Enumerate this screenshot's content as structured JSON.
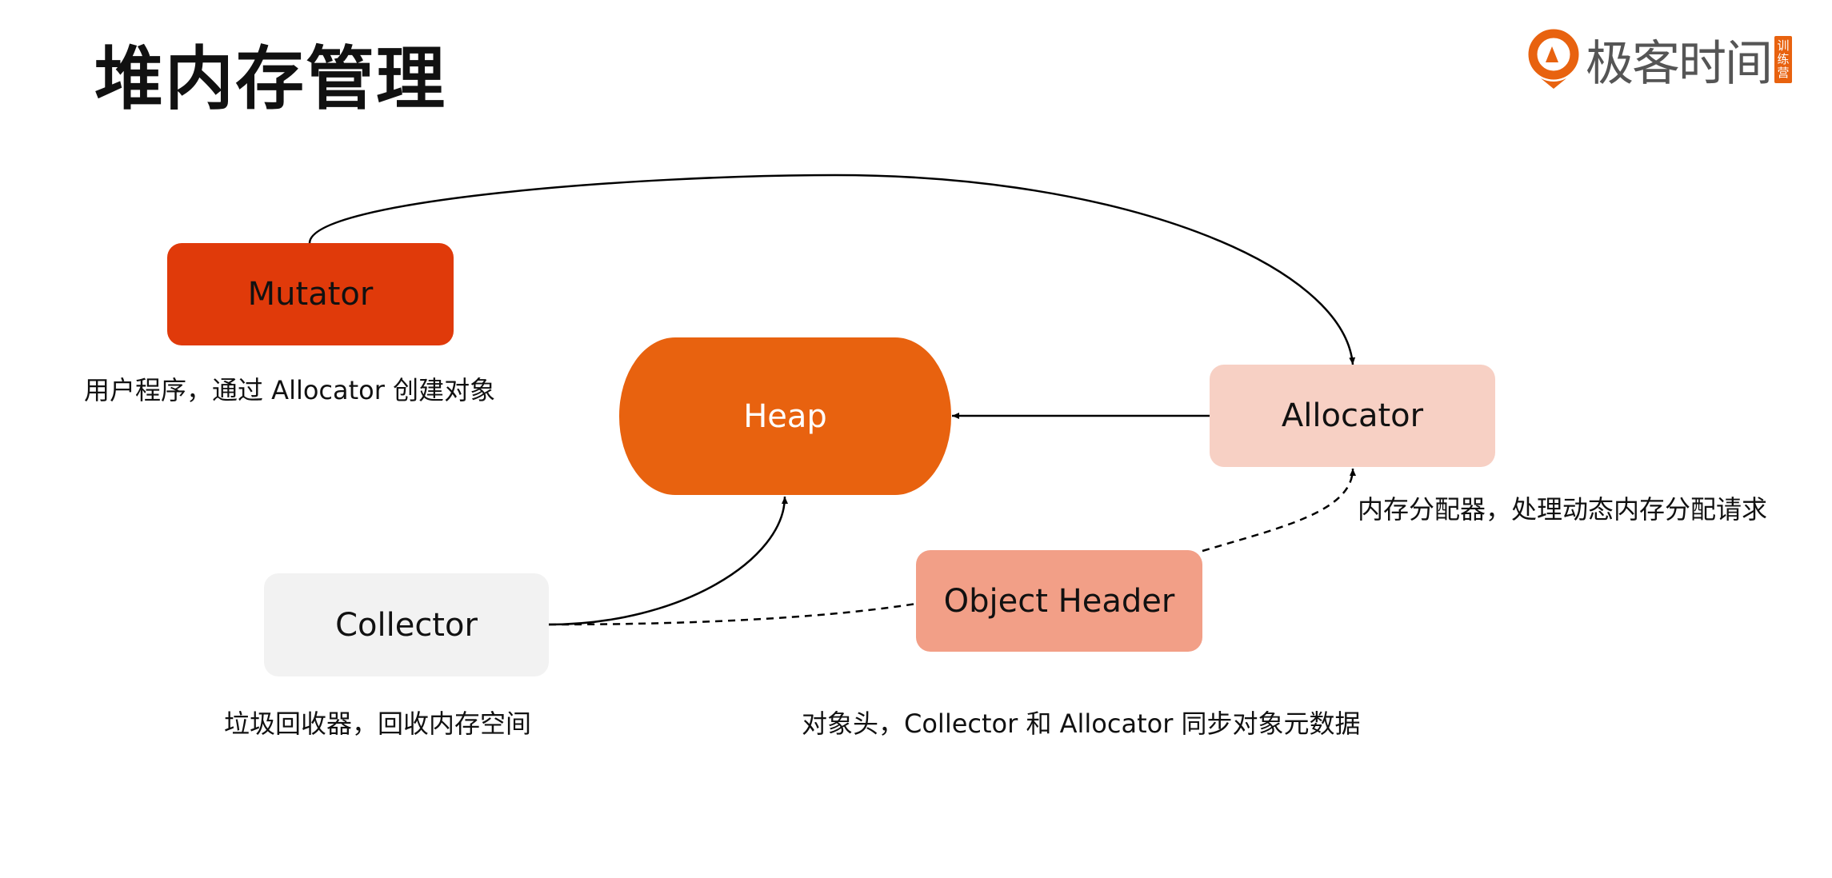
{
  "title": "堆内存管理",
  "logo": {
    "name": "极客时间",
    "badge": "训练营"
  },
  "colors": {
    "mutator": "#e03a0a",
    "heap": "#e8620f",
    "allocator": "#f7d0c4",
    "collector": "#f2f2f2",
    "object_header": "#f29f87",
    "logo": "#e8620f"
  },
  "nodes": {
    "mutator": {
      "label": "Mutator",
      "caption": "用户程序，通过 Allocator 创建对象"
    },
    "heap": {
      "label": "Heap"
    },
    "allocator": {
      "label": "Allocator",
      "caption": "内存分配器，处理动态内存分配请求"
    },
    "collector": {
      "label": "Collector",
      "caption": "垃圾回收器，回收内存空间"
    },
    "object_header": {
      "label": "Object Header",
      "caption": "对象头，Collector 和 Allocator 同步对象元数据"
    }
  },
  "edges": [
    {
      "from": "Mutator",
      "to": "Allocator",
      "style": "solid"
    },
    {
      "from": "Allocator",
      "to": "Heap",
      "style": "solid"
    },
    {
      "from": "Collector",
      "to": "Heap",
      "style": "solid"
    },
    {
      "from": "Collector",
      "to": "Object Header",
      "style": "dashed"
    },
    {
      "from": "Object Header",
      "to": "Allocator",
      "style": "dashed"
    }
  ]
}
